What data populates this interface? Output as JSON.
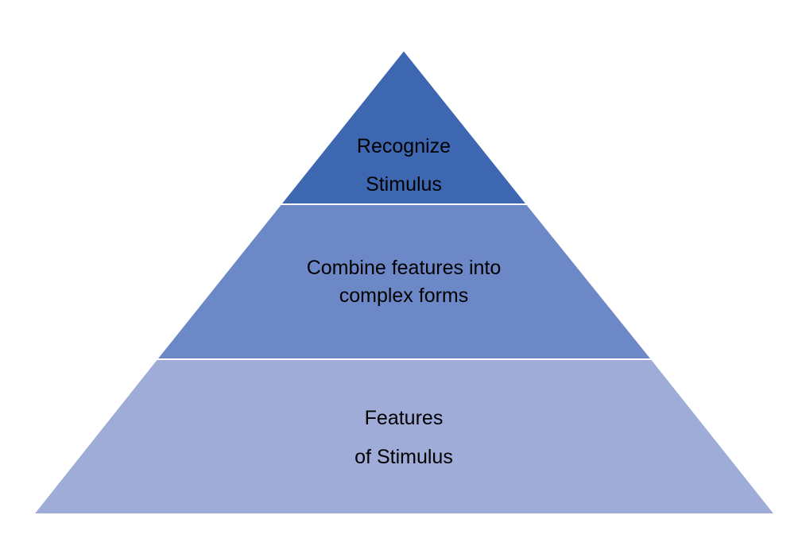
{
  "pyramid": {
    "tiers": [
      {
        "line1": "Recognize",
        "line2": "Stimulus",
        "color": "#3d67b1"
      },
      {
        "line1": "Combine features into",
        "line2": "complex forms",
        "color": "#6c88c7"
      },
      {
        "line1": "Features",
        "line2": "of Stimulus",
        "color": "#9facd8"
      }
    ]
  }
}
